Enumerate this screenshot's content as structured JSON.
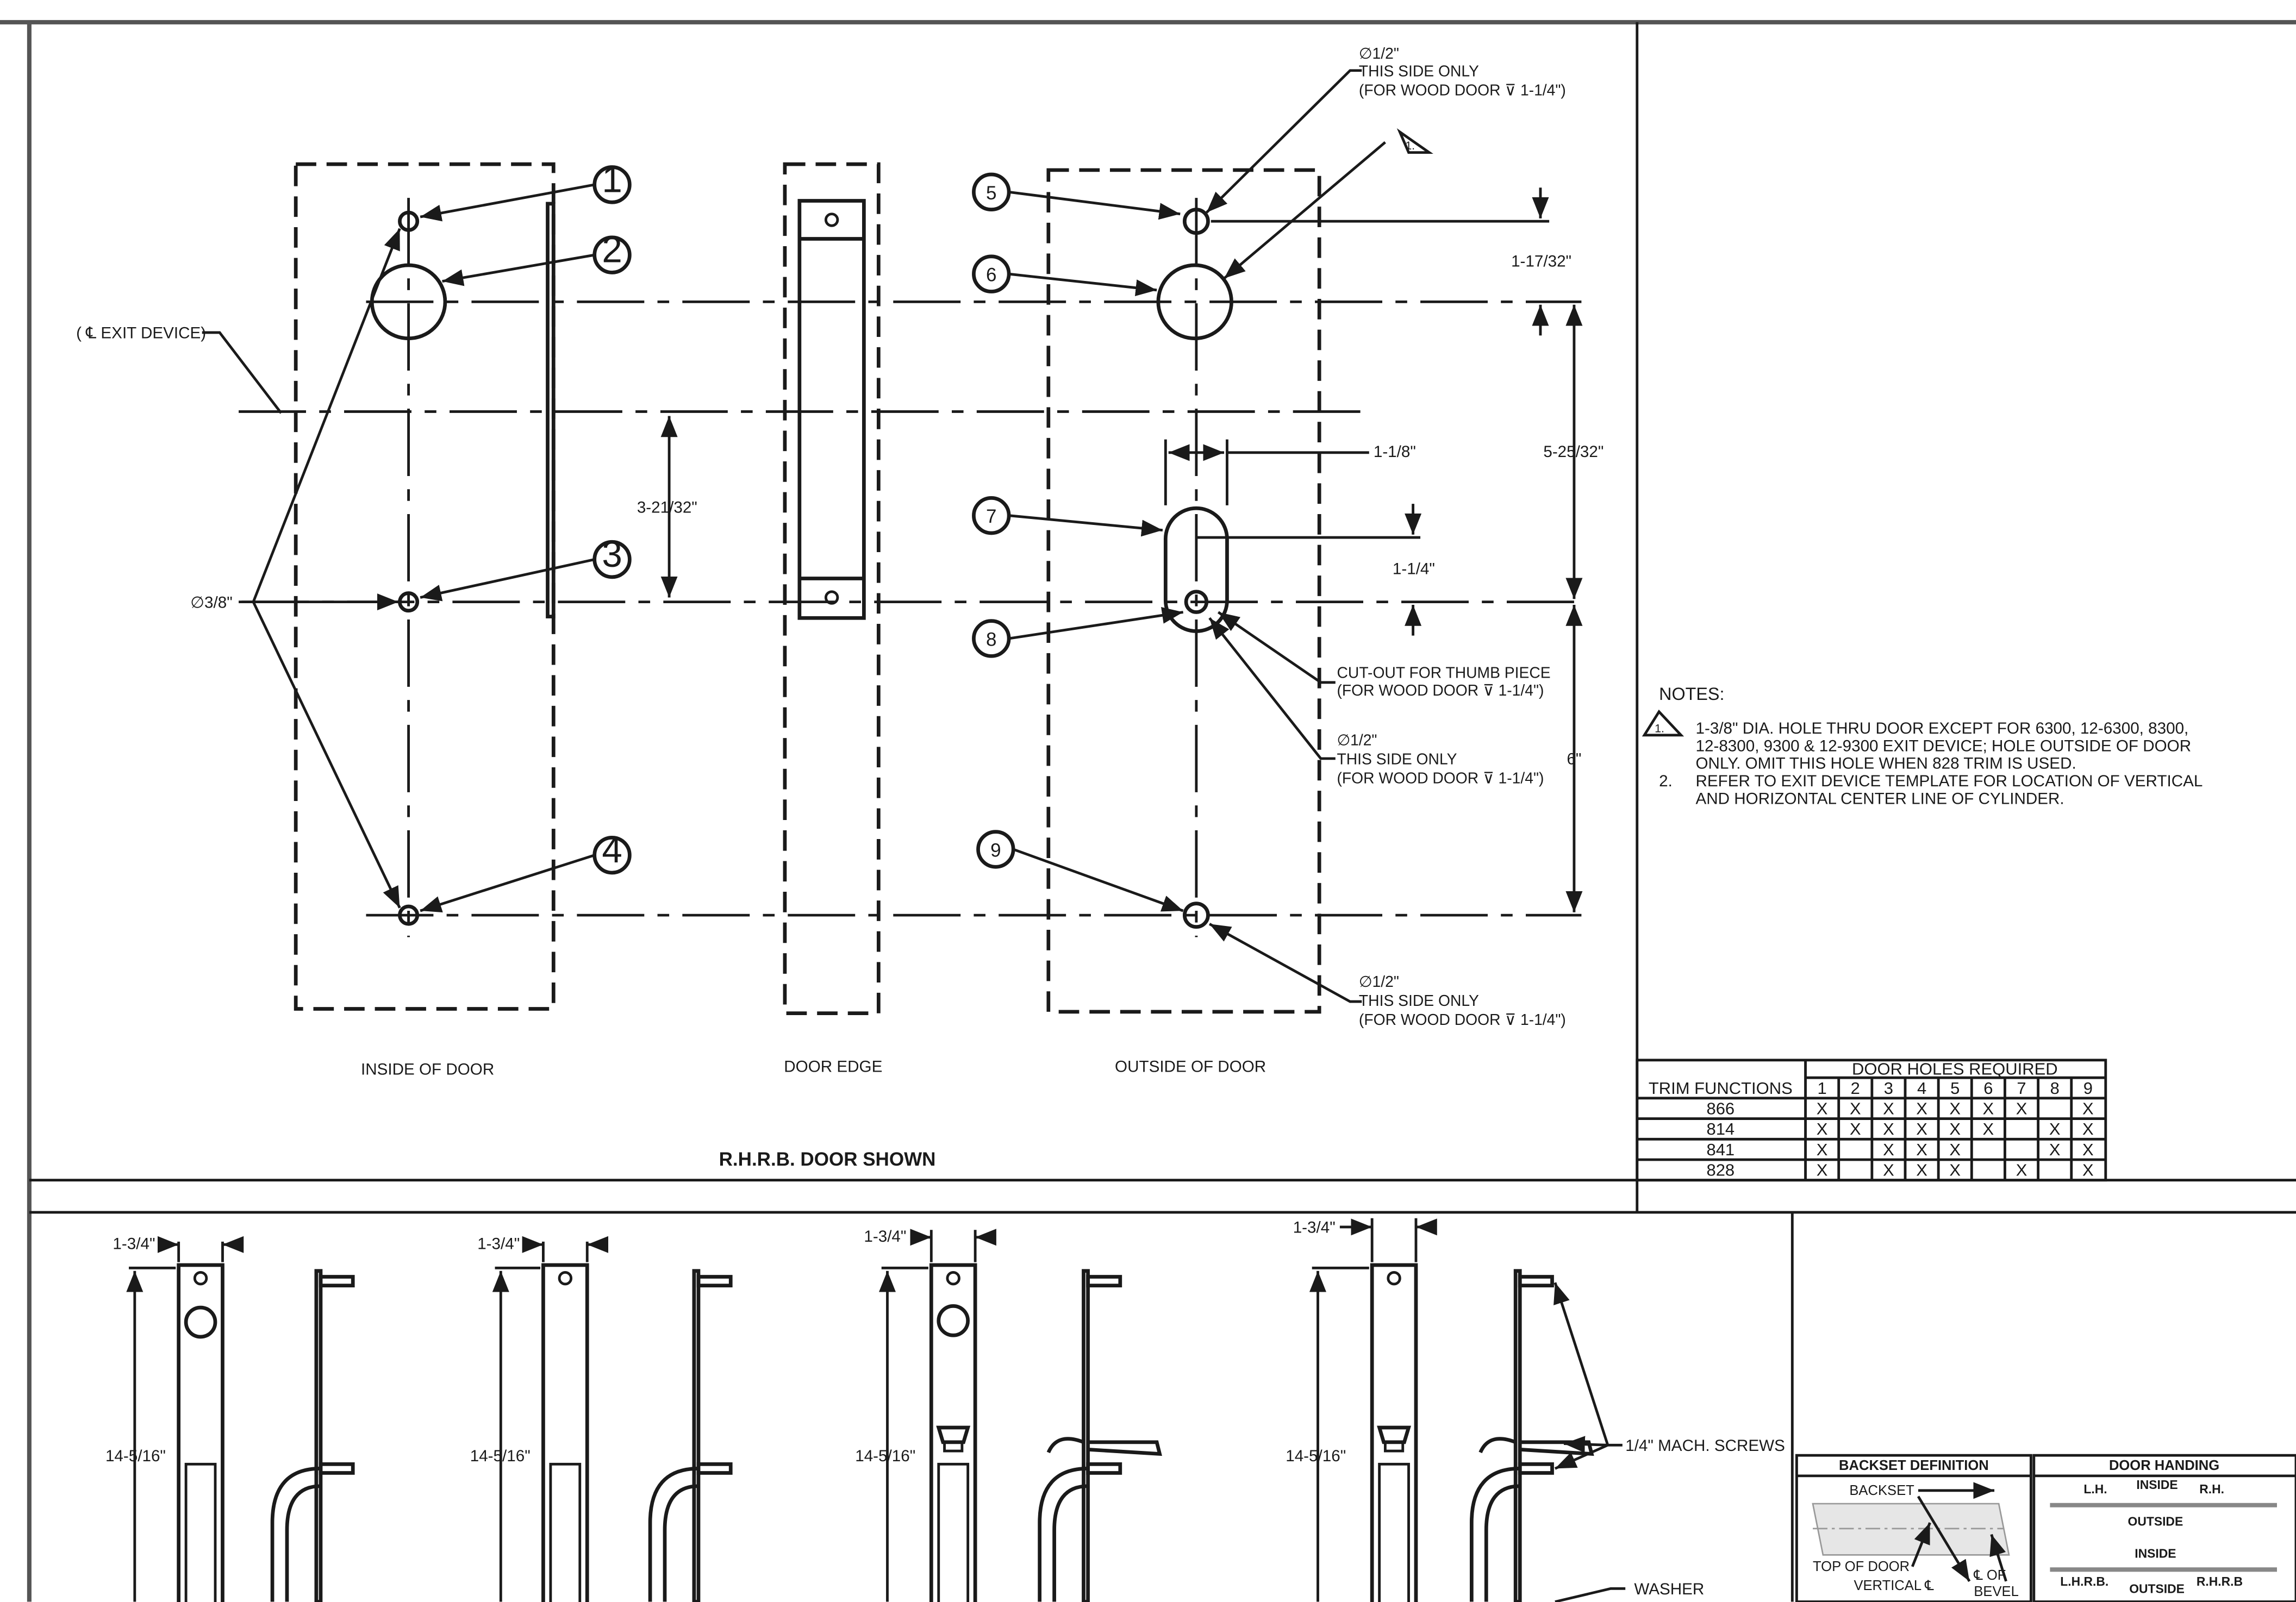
{
  "views": {
    "inside": "INSIDE OF DOOR",
    "edge": "DOOR EDGE",
    "outside": "OUTSIDE OF DOOR",
    "shown": "R.H.R.B. DOOR SHOWN"
  },
  "callouts": [
    "1",
    "2",
    "3",
    "4",
    "5",
    "6",
    "7",
    "8",
    "9"
  ],
  "triangle_note_mark": "1.",
  "labels": {
    "exit_device": "( ℄  EXIT DEVICE)",
    "dia_3_8": "∅3/8\"",
    "hole_note_dia": "∅1/2\"",
    "hole_note_side": "THIS SIDE ONLY",
    "hole_note_wood": "(FOR WOOD DOOR ⊽ 1-1/4\")",
    "cutout_1": "CUT-OUT FOR THUMB PIECE",
    "cutout_2": "(FOR WOOD DOOR ⊽ 1-1/4\")"
  },
  "dimensions": {
    "d_1_17_32": "1-17/32\"",
    "d_5_25_32": "5-25/32\"",
    "d_3_21_32": "3-21/32\"",
    "d_1_1_8": "1-1/8\"",
    "d_1_1_4": "1-1/4\"",
    "d_6": "6\"",
    "d_1_3_4": "1-3/4\"",
    "d_14_5_16": "14-5/16\""
  },
  "notes": {
    "title": "NOTES:",
    "n1_mark": "1.",
    "n1_lines": [
      "1-3/8\" DIA. HOLE THRU DOOR EXCEPT FOR 6300, 12-6300, 8300,",
      "12-8300, 9300 & 12-9300 EXIT DEVICE; HOLE OUTSIDE OF DOOR",
      "ONLY. OMIT THIS HOLE WHEN 828 TRIM IS USED."
    ],
    "n2_mark": "2.",
    "n2_lines": [
      "REFER TO EXIT DEVICE TEMPLATE FOR LOCATION OF VERTICAL",
      "AND HORIZONTAL CENTER LINE OF CYLINDER."
    ]
  },
  "holes_table": {
    "title": "DOOR HOLES REQUIRED",
    "row_header": "TRIM FUNCTIONS",
    "columns": [
      "1",
      "2",
      "3",
      "4",
      "5",
      "6",
      "7",
      "8",
      "9"
    ],
    "rows": [
      {
        "name": "866",
        "cells": [
          "X",
          "X",
          "X",
          "X",
          "X",
          "X",
          "X",
          "",
          "X"
        ]
      },
      {
        "name": "814",
        "cells": [
          "X",
          "X",
          "X",
          "X",
          "X",
          "X",
          "",
          "X",
          "X"
        ]
      },
      {
        "name": "841",
        "cells": [
          "X",
          "",
          "X",
          "X",
          "X",
          "",
          "",
          "X",
          "X"
        ]
      },
      {
        "name": "828",
        "cells": [
          "X",
          "",
          "X",
          "X",
          "X",
          "",
          "X",
          "",
          "X"
        ]
      }
    ]
  },
  "bottom": {
    "screws": "1/4\" MACH. SCREWS",
    "washer": "WASHER"
  },
  "backset": {
    "title": "BACKSET DEFINITION",
    "backset": "BACKSET",
    "top_of_door": "TOP OF DOOR",
    "vertical": "VERTICAL ℄",
    "of_bevel_1": "℄ OF",
    "of_bevel_2": "BEVEL"
  },
  "handing": {
    "title": "DOOR HANDING",
    "lh": "L.H.",
    "rh": "R.H.",
    "inside": "INSIDE",
    "outside": "OUTSIDE",
    "lhrb": "L.H.R.B.",
    "rhrb": "R.H.R.B"
  }
}
